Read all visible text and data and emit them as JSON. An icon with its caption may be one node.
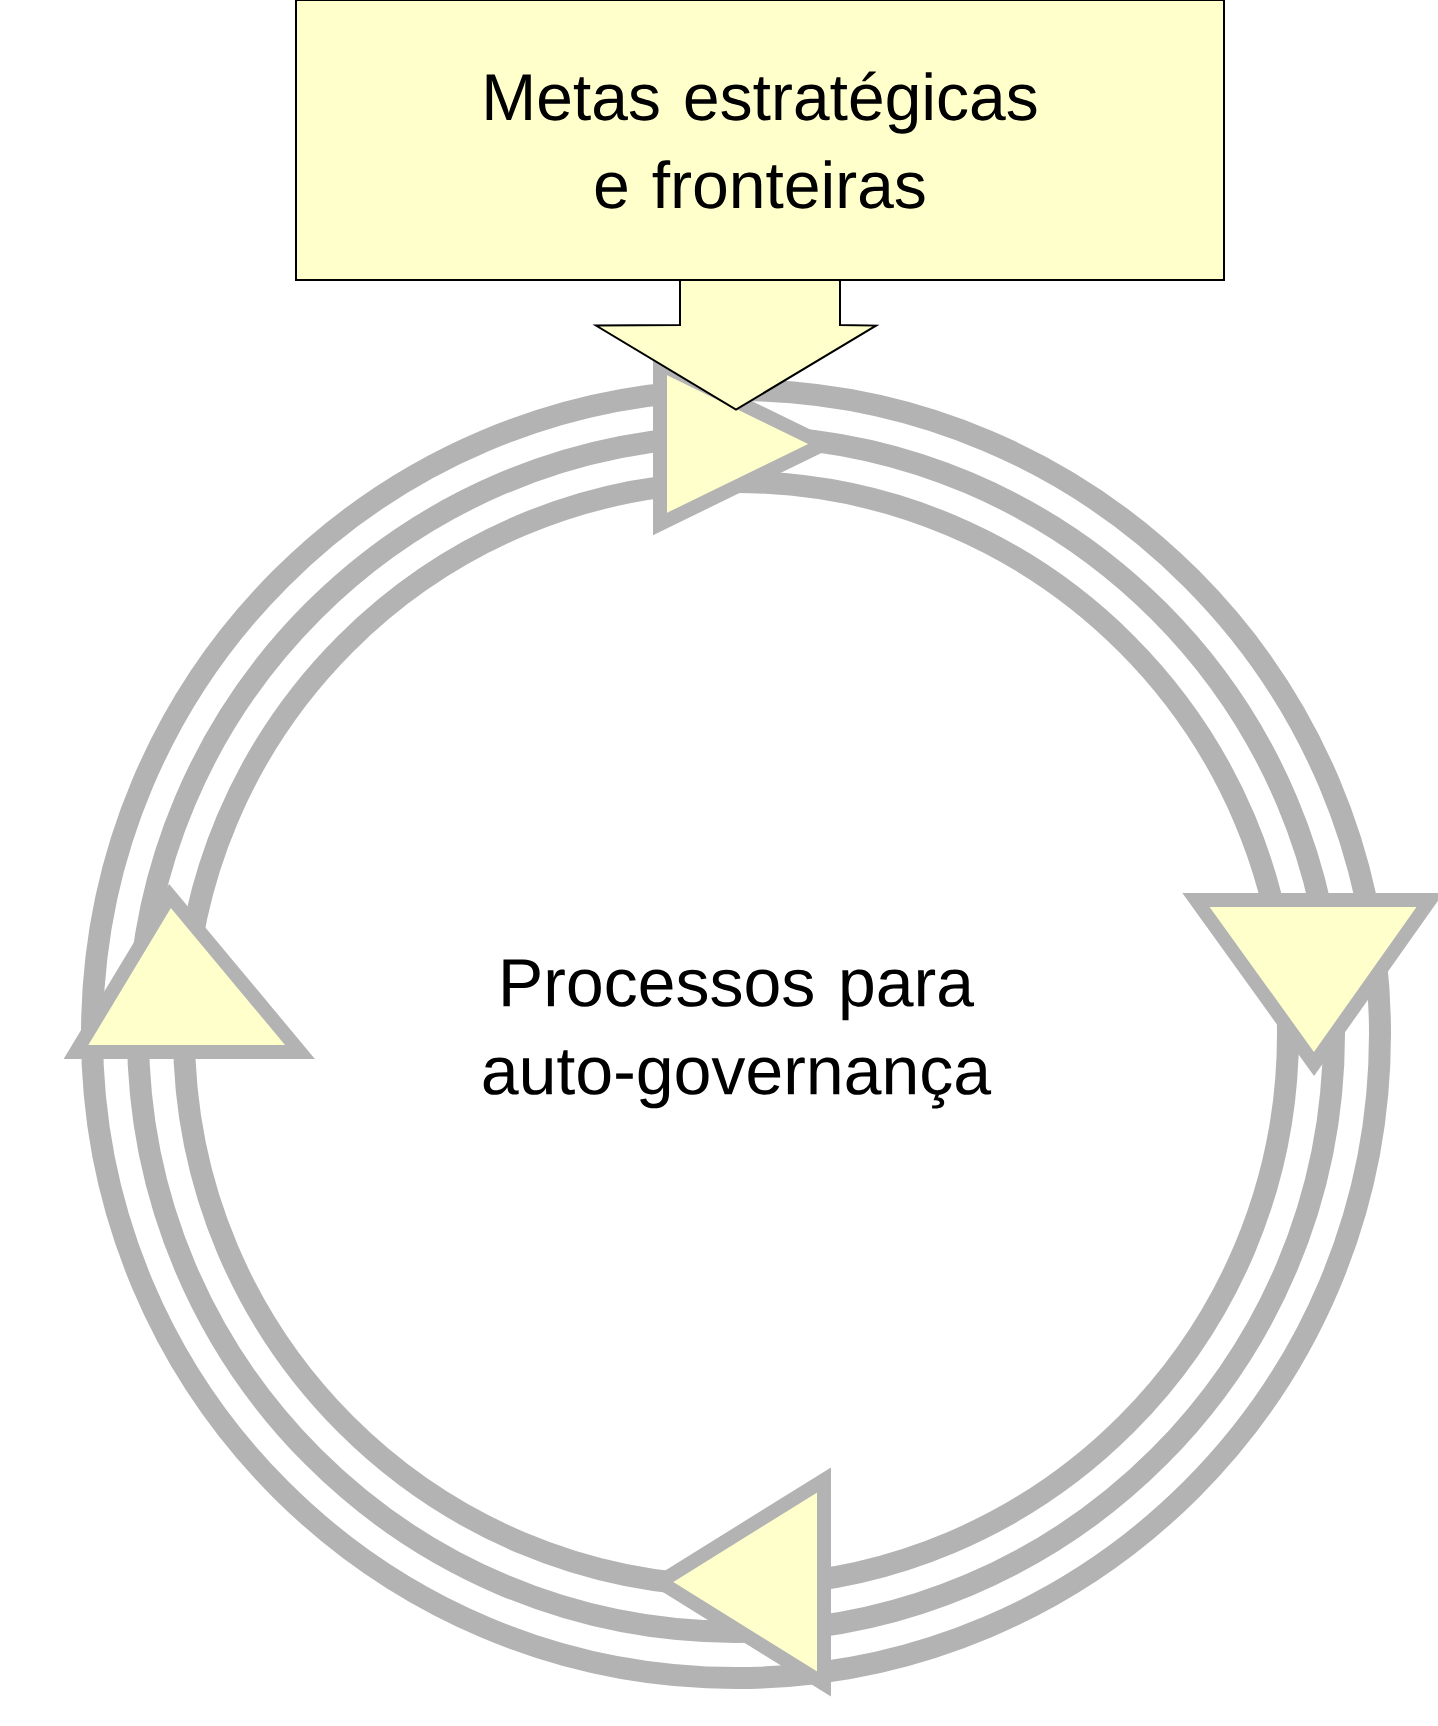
{
  "diagram": {
    "nodes": [
      {
        "text": [
          "Metas estratégicas e fronteiras"
        ]
      },
      {
        "text": [
          "Processos para auto-governança"
        ]
      }
    ],
    "edges": [
      {
        "from": 0,
        "to": 1,
        "arrow": "to"
      }
    ]
  }
}
